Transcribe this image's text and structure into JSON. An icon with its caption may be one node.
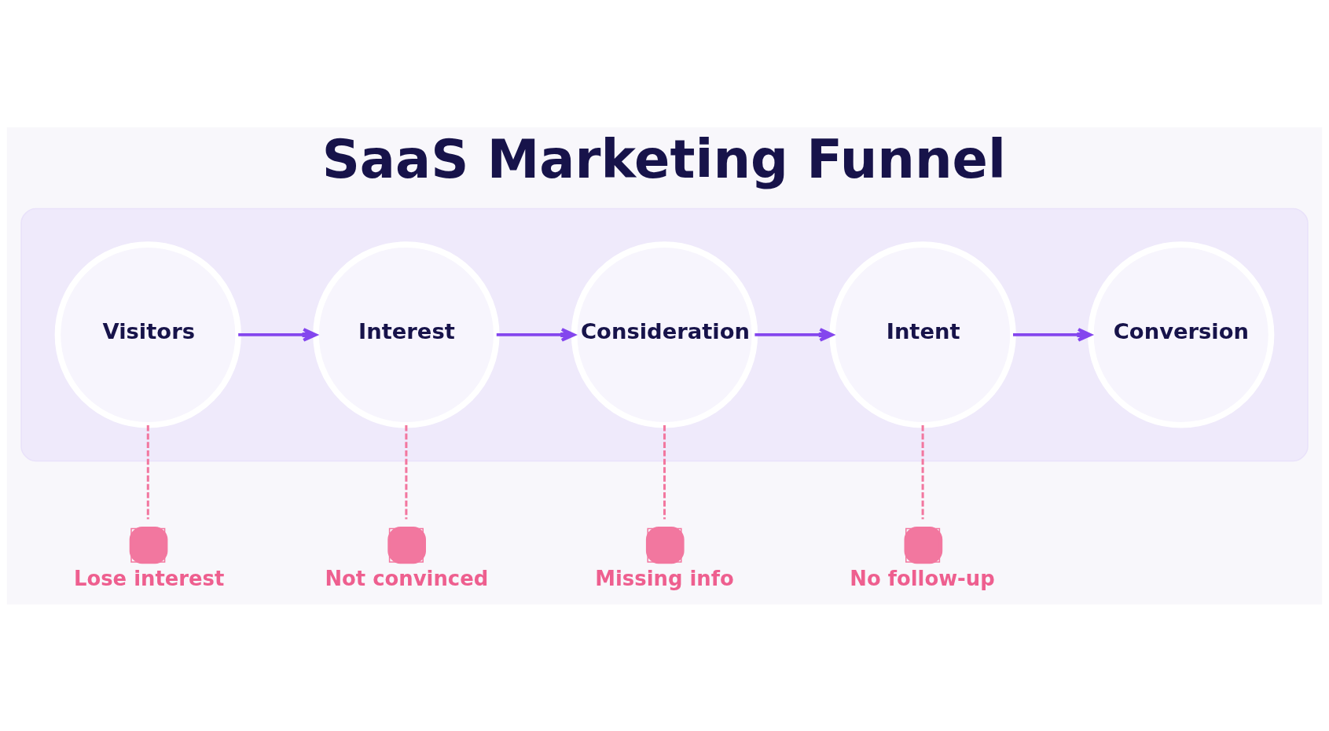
{
  "diagram": {
    "title": "SaaS Marketing Funnel",
    "nodes": [
      {
        "text": [],
        "shape": "band"
      },
      {
        "text": [
          "Visitors"
        ],
        "in": 0
      },
      {
        "text": [
          "Interest"
        ],
        "in": 0
      },
      {
        "text": [
          "Consideration"
        ],
        "in": 0
      },
      {
        "text": [
          "Intent"
        ],
        "in": 0
      },
      {
        "text": [
          "Conversion"
        ],
        "in": 0
      },
      {
        "text": [
          "Lose interest"
        ]
      },
      {
        "text": [
          "Not convinced"
        ]
      },
      {
        "text": [
          "Missing info"
        ]
      },
      {
        "text": [
          "No follow-up"
        ]
      }
    ],
    "edges": [
      {
        "from": 1,
        "to": 2,
        "arrow": "to"
      },
      {
        "from": 2,
        "to": 3,
        "arrow": "to"
      },
      {
        "from": 3,
        "to": 4,
        "arrow": "to"
      },
      {
        "from": 4,
        "to": 5,
        "arrow": "to"
      },
      {
        "from": 1,
        "to": 6,
        "arrow": "none",
        "style": "dashed",
        "color": "#f2779f"
      },
      {
        "from": 2,
        "to": 7,
        "arrow": "none",
        "style": "dashed",
        "color": "#f2779f"
      },
      {
        "from": 3,
        "to": 8,
        "arrow": "none",
        "style": "dashed",
        "color": "#f2779f"
      },
      {
        "from": 4,
        "to": 9,
        "arrow": "none",
        "style": "dashed",
        "color": "#f2779f"
      }
    ]
  }
}
